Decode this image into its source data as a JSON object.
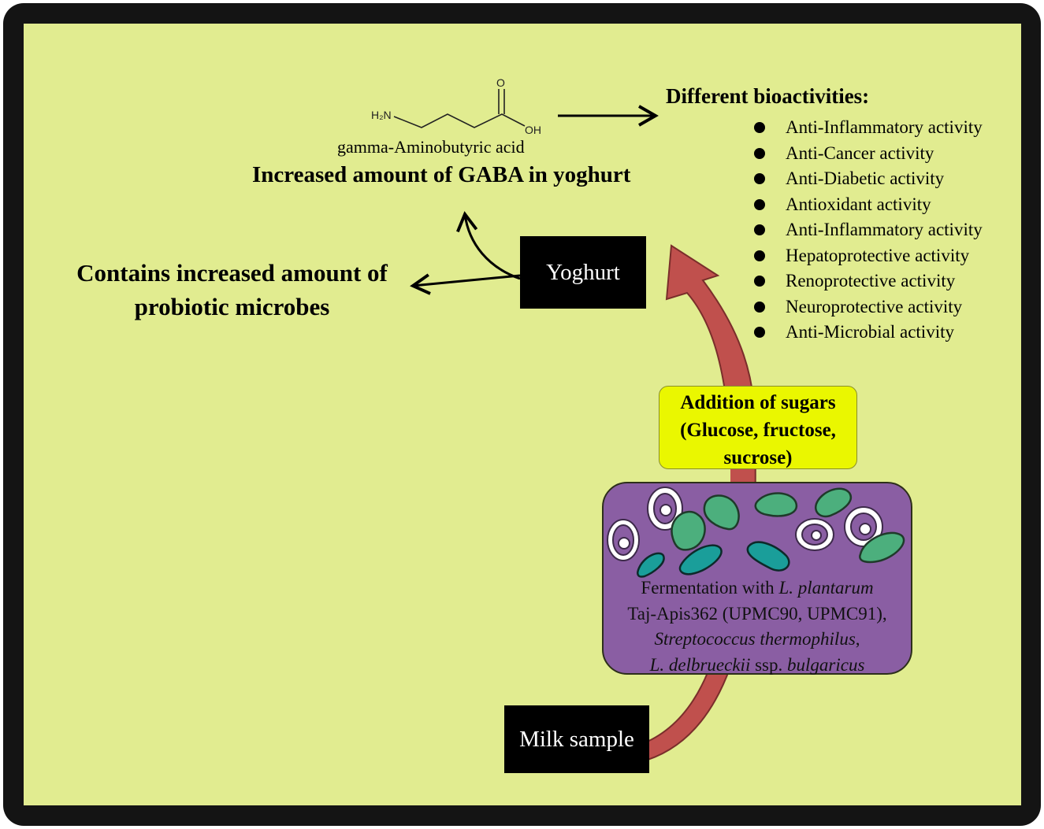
{
  "molecule": {
    "atom_amine": "H₂N",
    "atom_carbonyl": "O",
    "atom_hydroxyl": "OH",
    "name": "gamma-Aminobutyric acid"
  },
  "gaba_title": "Increased amount of GABA in yoghurt",
  "probiotic_text": "Contains increased amount of probiotic microbes",
  "bioactivities": {
    "heading": "Different bioactivities:",
    "items": [
      "Anti-Inflammatory activity",
      "Anti-Cancer activity",
      "Anti-Diabetic activity",
      "Antioxidant activity",
      "Anti-Inflammatory activity",
      "Hepatoprotective activity",
      "Renoprotective activity",
      "Neuroprotective activity",
      "Anti-Microbial activity"
    ]
  },
  "yoghurt_label": "Yoghurt",
  "milk_label": "Milk sample",
  "sugars": {
    "line1": "Addition of sugars",
    "line2": "(Glucose, fructose,",
    "line3": "sucrose)"
  },
  "fermentation": {
    "prefix": "Fermentation with ",
    "species1": "L. plantarum",
    "strain": "Taj-Apis362 (UPMC90, UPMC91),",
    "species2": "Streptococcus thermophilus",
    "species2_suffix": ",",
    "species3": "L. delbrueckii",
    "species3_mid": " ssp. ",
    "species3_sub": "bulgaricus"
  },
  "colors": {
    "background": "#e1ec90",
    "frame": "#141414",
    "big_arrow": "#c0504d",
    "sugar_box": "#eaf700",
    "fermentation_box": "#8a5ea3",
    "microbe_green": "#4caf7d",
    "microbe_teal": "#1a9e9a",
    "microbe_white": "#ffffff"
  }
}
